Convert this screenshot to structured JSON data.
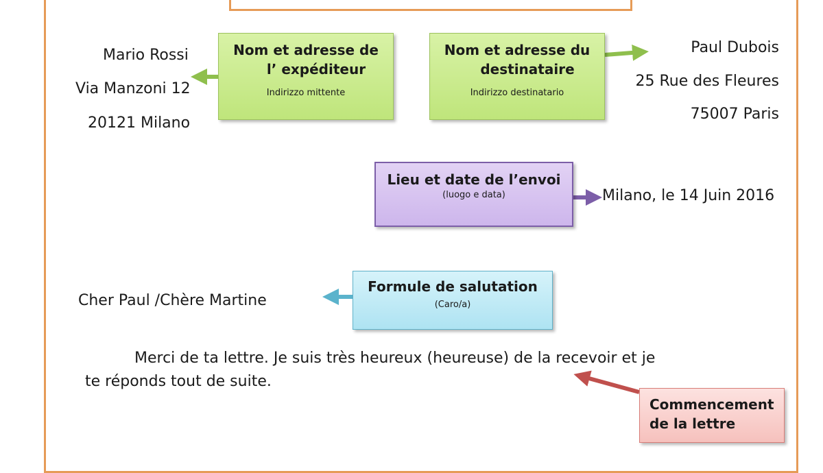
{
  "sender": {
    "box_title_line1": "Nom et adresse de",
    "box_title_line2": "l’ expéditeur",
    "box_subtitle": "Indirizzo mittente",
    "name": "Mario Rossi",
    "street": "Via Manzoni 12",
    "city": "20121 Milano"
  },
  "recipient": {
    "box_title_line1": "Nom et adresse du",
    "box_title_line2": "destinataire",
    "box_subtitle": "Indirizzo destinatario",
    "name": "Paul Dubois",
    "street": "25 Rue des Fleures",
    "city": "75007 Paris"
  },
  "place_date": {
    "box_title": "Lieu et date de l’envoi",
    "box_subtitle": "(luogo e data)",
    "value": "Milano, le 14 Juin 2016"
  },
  "greeting": {
    "box_title": "Formule de salutation",
    "box_subtitle": "(Caro/a)",
    "value": "Cher Paul /Chère Martine"
  },
  "opening": {
    "line1": "Merci de ta lettre. Je suis très heureux (heureuse) de la recevoir et je",
    "line2": "te réponds tout de suite.",
    "box_title_line1": "Commencement",
    "box_title_line2": "de la lettre"
  },
  "colors": {
    "frame": "#e69b57",
    "green": "#8fbf4d",
    "purple": "#7c5ea8",
    "blue": "#5bb3cc",
    "red": "#c0504d"
  }
}
